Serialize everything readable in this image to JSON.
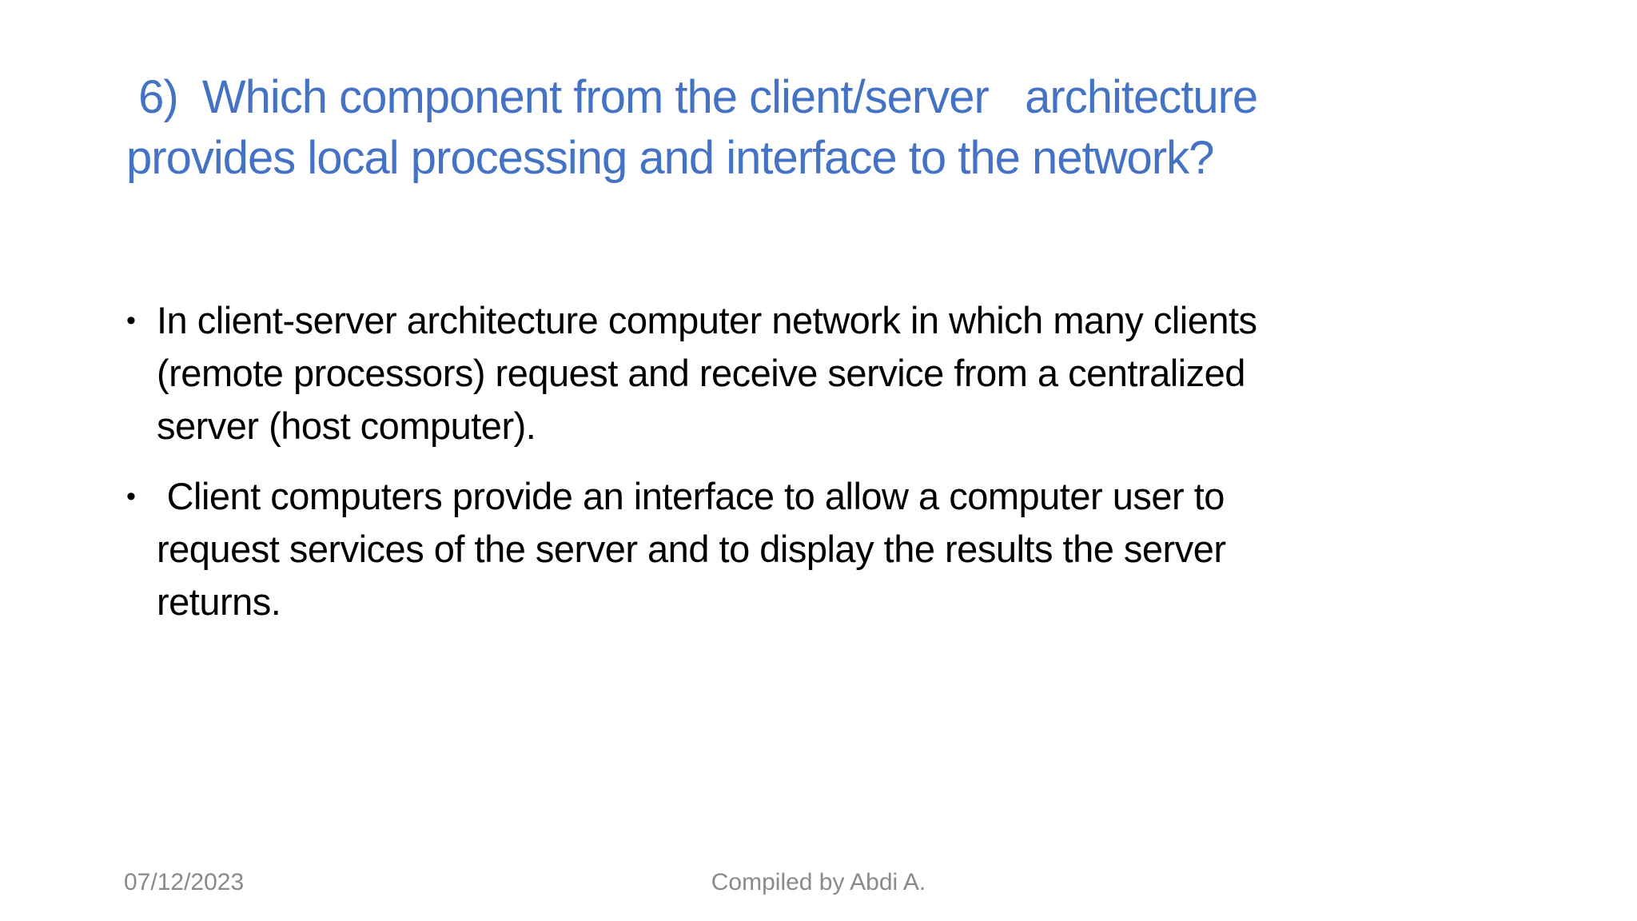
{
  "slide": {
    "background_color": "#ffffff",
    "title": {
      "text": " 6)  Which component from the client/server   architecture\nprovides local processing and interface to the network?",
      "color": "#4472C4"
    },
    "bullets": [
      {
        "marker": "•",
        "text": "In client-server architecture computer network in which many clients\n(remote processors) request and receive service from a centralized\nserver (host computer)."
      },
      {
        "marker": "•",
        "text": " Client computers provide an interface to allow a computer user to\nrequest services of the server and to display the results the server\nreturns."
      }
    ],
    "body_text_color": "#000000",
    "footer": {
      "date": "07/12/2023",
      "credit": "Compiled by Abdi A.",
      "color": "#8a8a8a"
    }
  }
}
